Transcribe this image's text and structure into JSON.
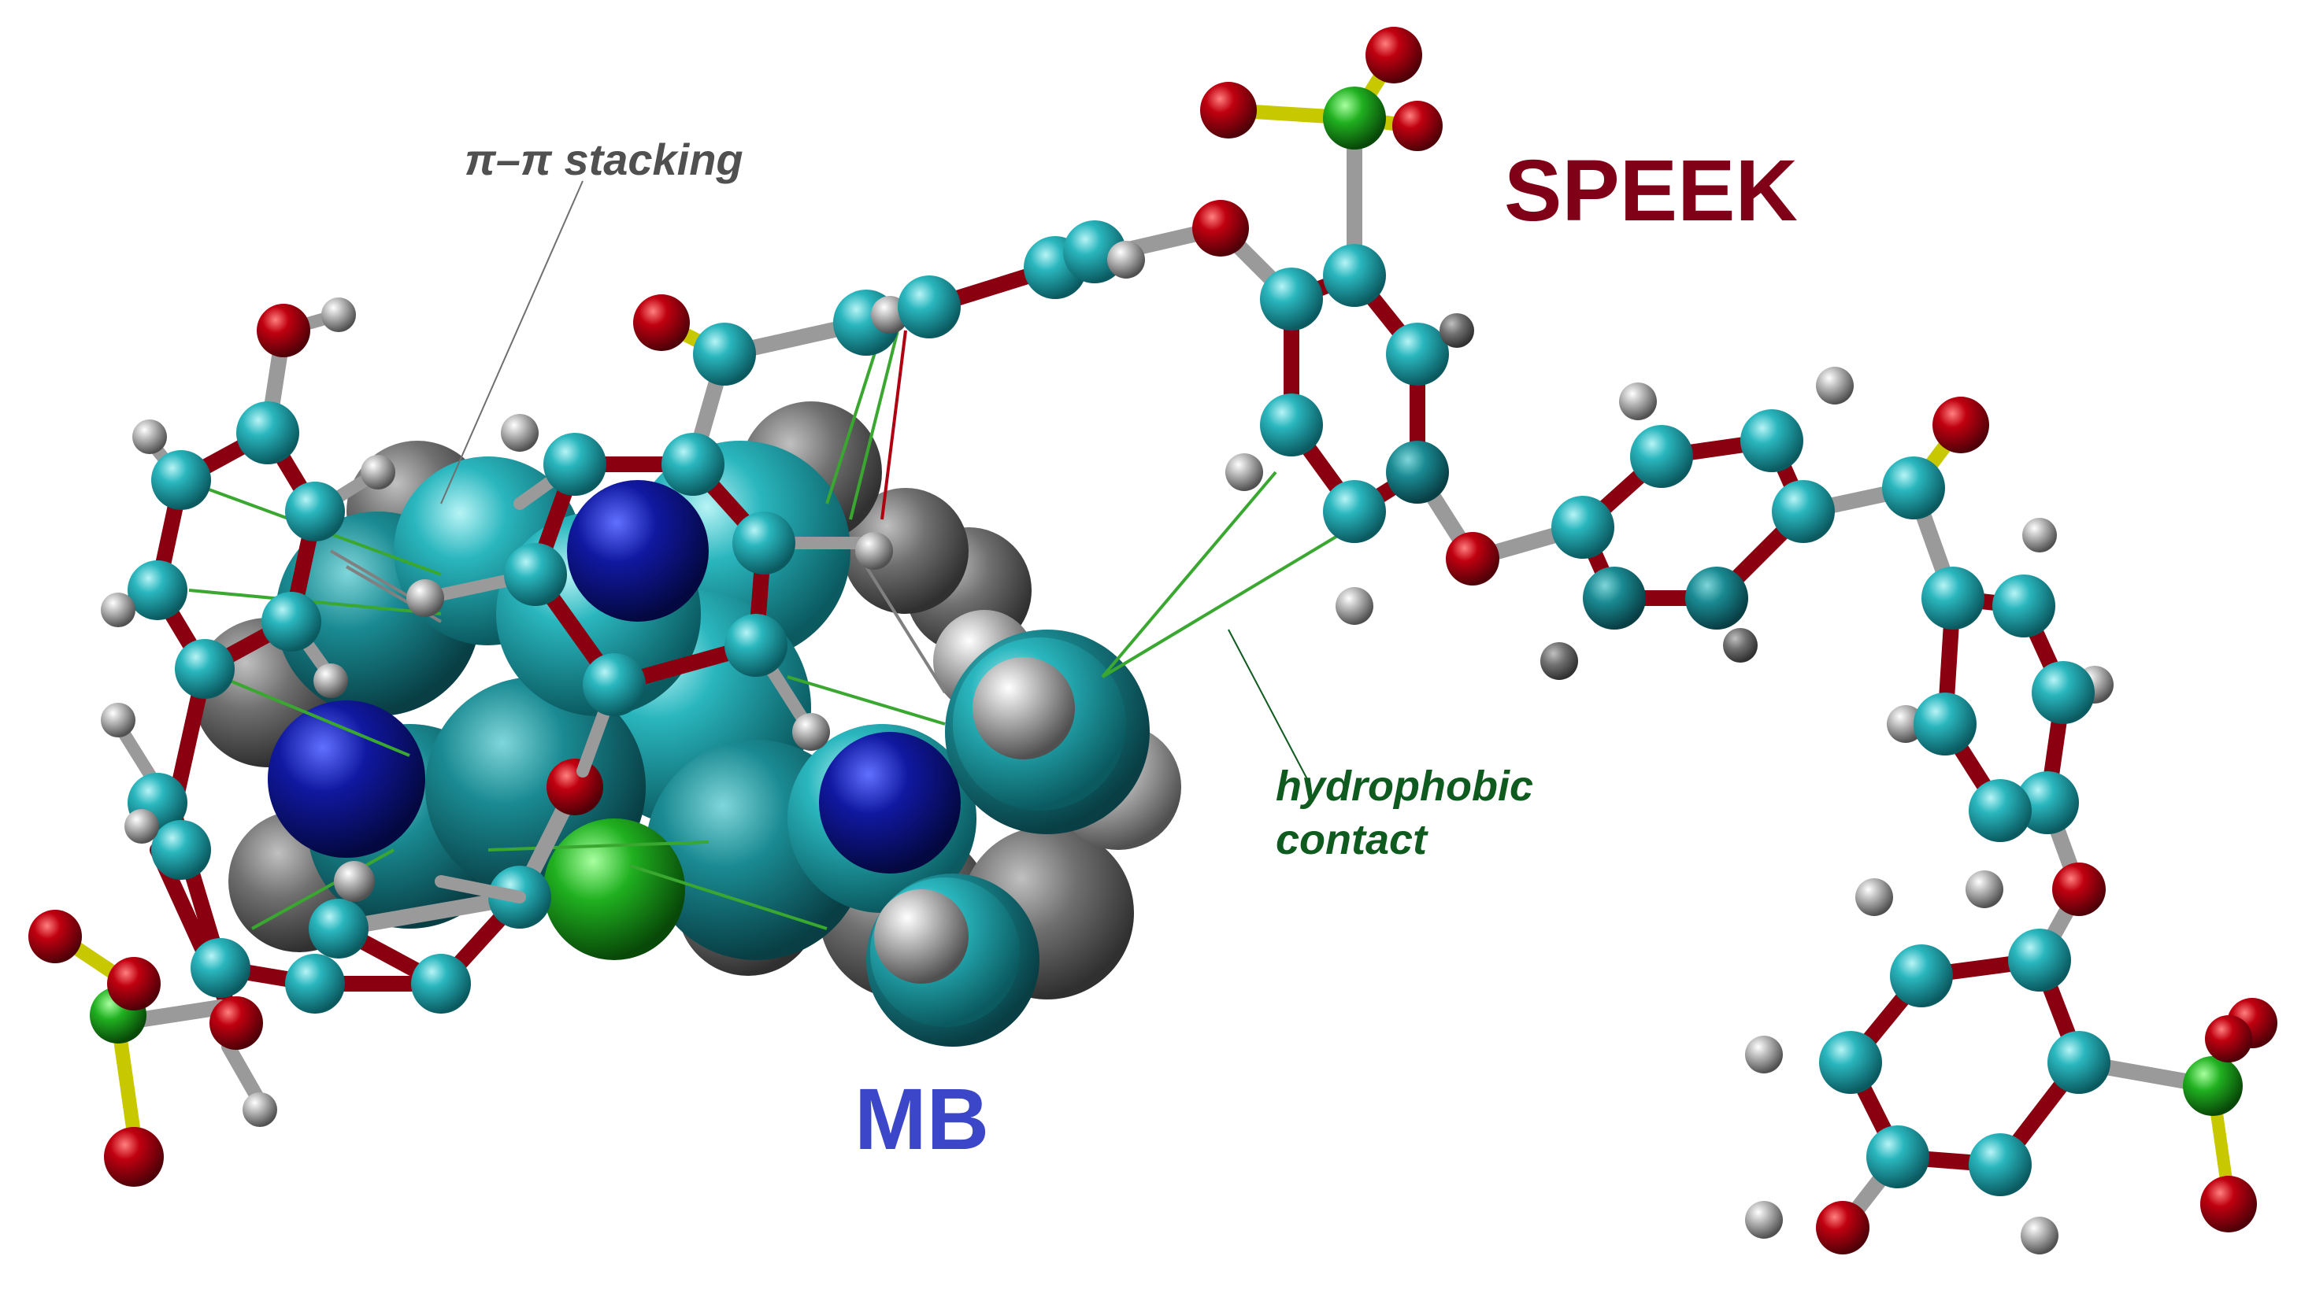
{
  "labels": {
    "pi_stacking": "π–π  stacking",
    "hydrophobic_line1": "hydrophobic",
    "hydrophobic_line2": "contact",
    "speek": "SPEEK",
    "mb": "MB"
  },
  "colors": {
    "background": "#ffffff",
    "carbon": "#1fa8b0",
    "oxygen": "#b00010",
    "hydrogen": "#c8c8c8",
    "sulfur": "#20a020",
    "nitrogen": "#101890",
    "sulfonate_bond": "#c8c800",
    "pi_stacking_label": "#505050",
    "hydrophobic_label": "#0f5a1e",
    "interaction_line": "#3aa830",
    "speek_label": "#800018",
    "mb_label": "#3c46c8"
  }
}
